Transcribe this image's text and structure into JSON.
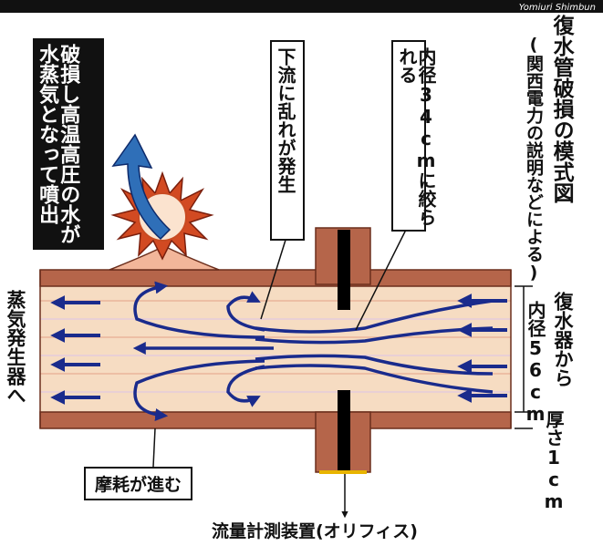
{
  "credit": "Yomiuri Shimbun",
  "title": "復水管破損の模式図",
  "subtitle": "(関西電力の説明などによる)",
  "burst_label": "破損し高温高圧の水が水蒸気となって噴出",
  "callout_turbulence": "下流に乱れが発生",
  "callout_narrowing": "内径34cmに絞られる",
  "left_label": "蒸気発生器へ",
  "right_label": "復水器から",
  "inner_diameter": "内径56cm",
  "thickness": "厚さ1cm",
  "wear_label": "摩耗が進む",
  "orifice_label": "流量計測装置(オリフィス)",
  "colors": {
    "pipe_wall": "#b5654a",
    "pipe_interior": "#f6dcc2",
    "flow_arrow": "#1a2b8c",
    "orifice_plate": "#000000",
    "burst_star": "#d24a22",
    "steam_arrow": "#2f6fb8"
  }
}
